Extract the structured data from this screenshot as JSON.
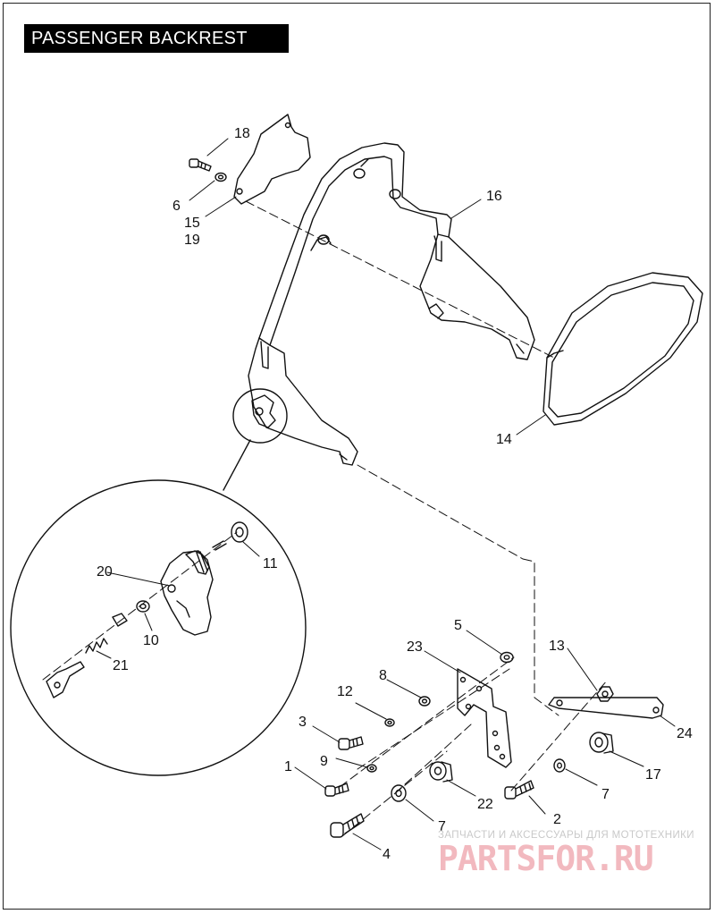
{
  "title": "PASSENGER BACKREST",
  "watermark": {
    "tagline": "ЗАПЧАСТИ И АКСЕССУАРЫ ДЛЯ МОТОТЕХНИКИ",
    "logo": "PARTSFOR.RU"
  },
  "callouts": [
    {
      "id": "c18",
      "label": "18"
    },
    {
      "id": "c6a",
      "label": "6"
    },
    {
      "id": "c15",
      "label": "15"
    },
    {
      "id": "c19",
      "label": "19"
    },
    {
      "id": "c16",
      "label": "16"
    },
    {
      "id": "c14",
      "label": "14"
    },
    {
      "id": "c20",
      "label": "20"
    },
    {
      "id": "c11",
      "label": "11"
    },
    {
      "id": "c10",
      "label": "10"
    },
    {
      "id": "c21",
      "label": "21"
    },
    {
      "id": "c5",
      "label": "5"
    },
    {
      "id": "c23",
      "label": "23"
    },
    {
      "id": "c13",
      "label": "13"
    },
    {
      "id": "c8",
      "label": "8"
    },
    {
      "id": "c12",
      "label": "12"
    },
    {
      "id": "c3",
      "label": "3"
    },
    {
      "id": "c24",
      "label": "24"
    },
    {
      "id": "c9",
      "label": "9"
    },
    {
      "id": "c1",
      "label": "1"
    },
    {
      "id": "c17",
      "label": "17"
    },
    {
      "id": "c7a",
      "label": "7"
    },
    {
      "id": "c22",
      "label": "22"
    },
    {
      "id": "c2",
      "label": "2"
    },
    {
      "id": "c7b",
      "label": "7"
    },
    {
      "id": "c4",
      "label": "4"
    }
  ]
}
